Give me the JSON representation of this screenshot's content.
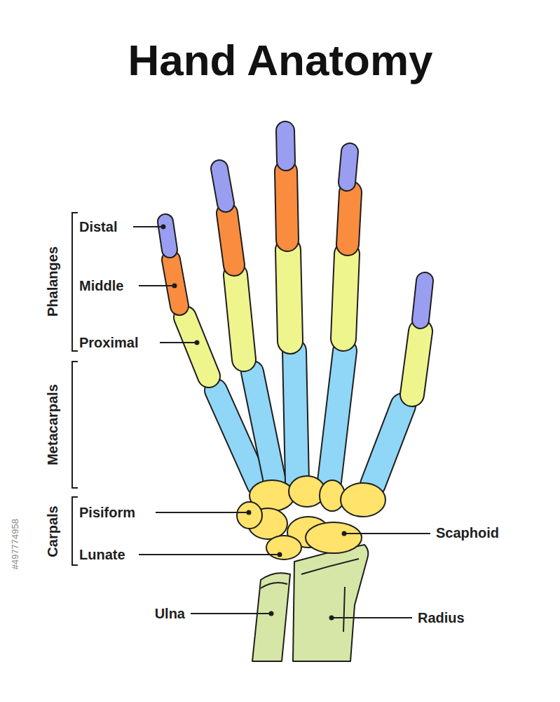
{
  "diagram": {
    "title": "Hand Anatomy",
    "labels": [
      "Distal",
      "Middle",
      "Proximal",
      "Phalanges",
      "Metacarpals",
      "Carpals",
      "Pisiform",
      "Lunate",
      "Scaphoid",
      "Ulna",
      "Radius",
      "#497774958"
    ]
  }
}
